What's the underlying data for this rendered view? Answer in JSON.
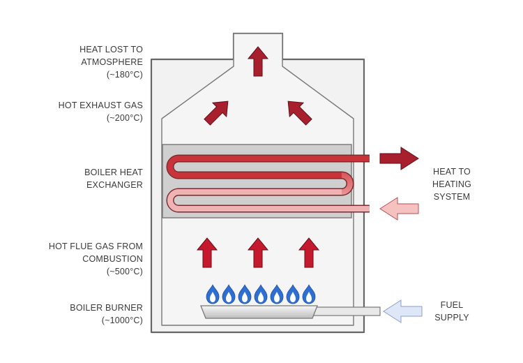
{
  "labels": {
    "heat_lost": {
      "line1": "HEAT LOST TO",
      "line2": "ATMOSPHERE",
      "line3": "(~180°C)"
    },
    "hot_exhaust": {
      "line1": "HOT EXHAUST GAS",
      "line2": "(~200°C)"
    },
    "heat_exchanger": {
      "line1": "BOILER HEAT",
      "line2": "EXCHANGER"
    },
    "flue_gas": {
      "line1": "HOT FLUE GAS FROM",
      "line2": "COMBUSTION",
      "line3": "(~500°C)"
    },
    "burner": {
      "line1": "BOILER BURNER",
      "line2": "(~1000°C)"
    },
    "heating_system": {
      "line1": "HEAT TO",
      "line2": "HEATING",
      "line3": "SYSTEM"
    },
    "fuel_supply": {
      "line1": "FUEL",
      "line2": "SUPPLY"
    }
  },
  "colors": {
    "outline": "#666666",
    "casing_fill": "#f2f2f2",
    "exchanger_fill": "#cfcfcf",
    "hot_arrow": "#c5192d",
    "exhaust_arrow": "#a8202e",
    "outflow_arrow": "#a8202e",
    "return_arrow": "#f6c2c0",
    "fuel_arrow": "#dde7f7",
    "flame": "#2f6fd1",
    "pipe_hot": "#c9333a",
    "pipe_cool": "#f0b3b3"
  }
}
